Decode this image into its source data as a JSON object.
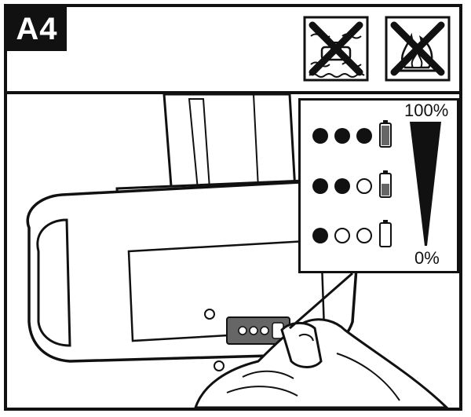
{
  "step": {
    "label": "A4"
  },
  "warnings": [
    {
      "icon": "no-water-icon"
    },
    {
      "icon": "no-fire-icon"
    }
  ],
  "charge_indicator": {
    "max_label": "100%",
    "min_label": "0%",
    "levels": [
      {
        "lit": 3,
        "of": 3,
        "battery_fill": 1.0
      },
      {
        "lit": 2,
        "of": 3,
        "battery_fill": 0.6
      },
      {
        "lit": 1,
        "of": 3,
        "battery_fill": 0.0
      }
    ]
  },
  "colors": {
    "ink": "#111111",
    "paper": "#ffffff"
  }
}
